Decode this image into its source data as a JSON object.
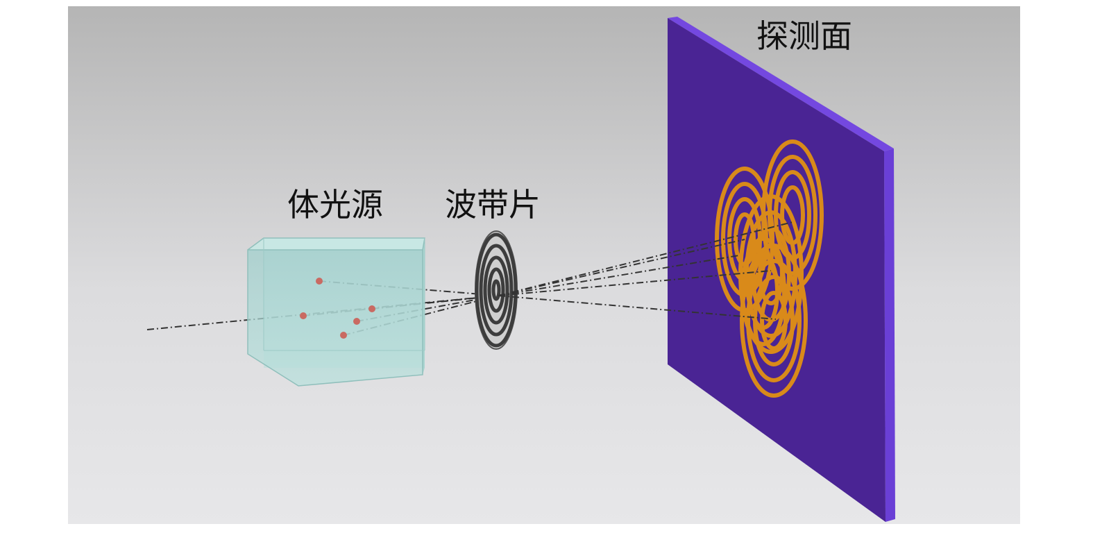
{
  "labels": {
    "volume_source": "体光源",
    "zone_plate": "波带片",
    "detection_plane": "探测面"
  },
  "colors": {
    "background_top": "#b8b8b8",
    "background_bottom": "#e6e6e8",
    "cube_face": "#a9d6d3",
    "source_point": "#c96a62",
    "zone_plate": "#4a4a4a",
    "detector_face": "#4a2494",
    "detector_edge": "#6a3fd6",
    "projected_rings": "#d98a1a",
    "ray": "#333333"
  },
  "source_point_count": 5,
  "zone_plate_ring_count": 5,
  "projection_count": 5
}
